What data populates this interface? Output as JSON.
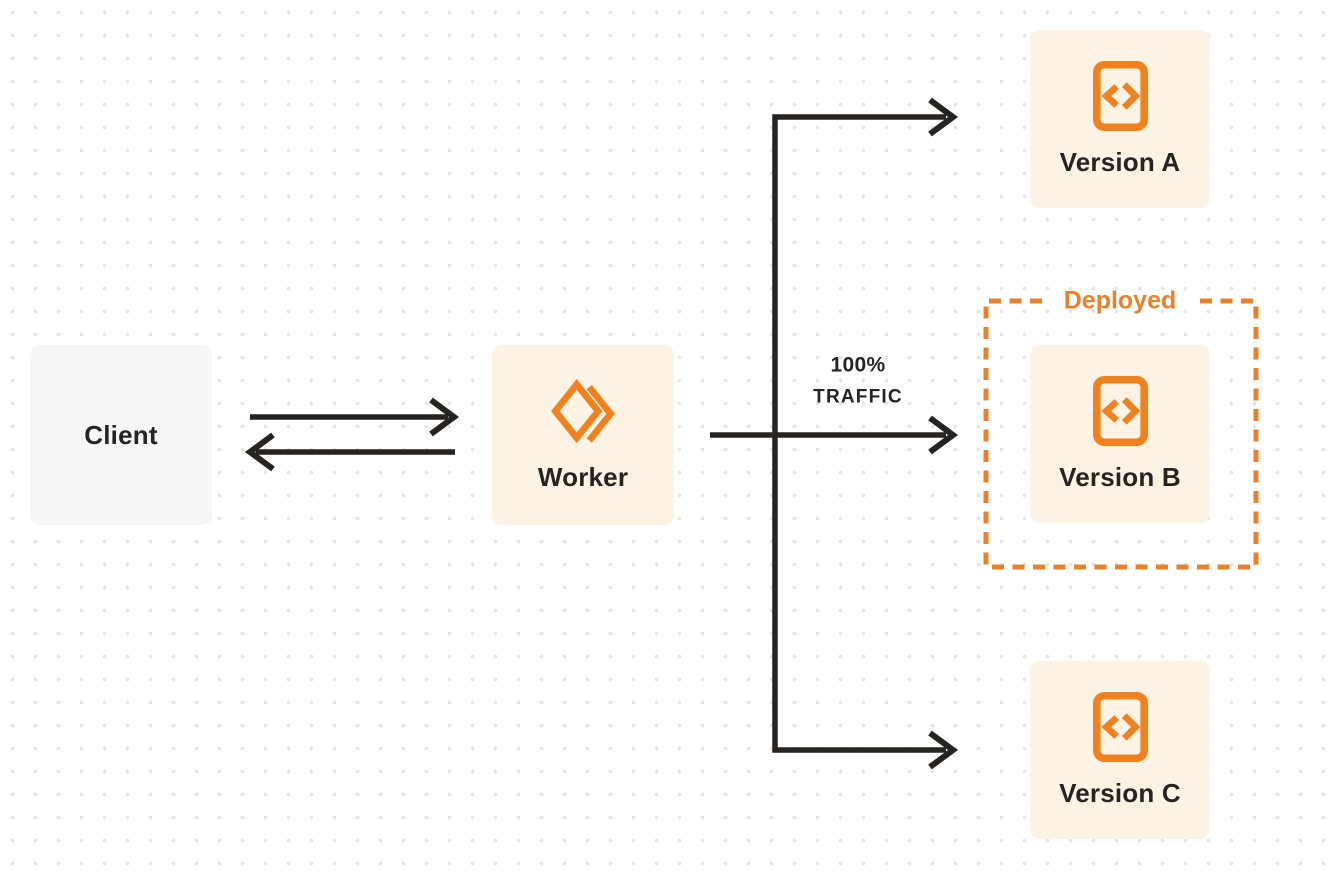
{
  "canvas": {
    "background": "#ffffff",
    "dot_grid_color": "#e4e4e4"
  },
  "colors": {
    "brand_orange": "#f0811f",
    "deployed_orange": "#e8812c",
    "node_fill_cream": "#fcf3e5",
    "client_fill_gray": "#f6f6f7",
    "ink": "#262320"
  },
  "nodes": {
    "client": {
      "label": "Client"
    },
    "worker": {
      "label": "Worker",
      "icon": "cloudflare-workers-icon"
    },
    "version_a": {
      "label": "Version A",
      "icon": "code-file-icon"
    },
    "version_b": {
      "label": "Version B",
      "icon": "code-file-icon"
    },
    "version_c": {
      "label": "Version C",
      "icon": "code-file-icon"
    }
  },
  "annotations": {
    "deployed_label": "Deployed",
    "traffic_label_line1": "100%",
    "traffic_label_line2": "TRAFFIC"
  }
}
